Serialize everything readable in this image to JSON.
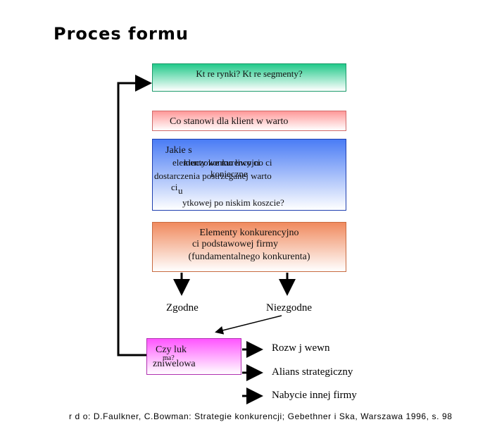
{
  "title": "Proces formu",
  "boxes": {
    "b1": "Kt re rynki? Kt re segmenty?",
    "b2": "Co stanowi dla klient w warto",
    "b3": {
      "line1": "Jakie s",
      "line2": "elementy konkurencyjno ci",
      "line3": "kluczowe mo liwo ci",
      "line4": "dostarczenia postrzeganej warto",
      "line5": "konieczne",
      "line6": "u",
      "line7": "ci",
      "line8": "ytkowej po niskim koszcie?"
    },
    "b4": {
      "line1": "Elementy konkurencyjno",
      "line2": "ci podstawowej firmy",
      "line3": "(fundamentalnego konkurenta)"
    },
    "b5": {
      "line1": "Czy luk",
      "line2": "zniwelowa",
      "line3": "ma?"
    }
  },
  "labels": {
    "zgodne": "Zgodne",
    "niezgodne": "Niezgodne",
    "rozwoj": "Rozw j wewn",
    "alians": "Alians strategiczny",
    "nabycie": "Nabycie innej firmy"
  },
  "footer": "r d o: D.Faulkner, C.Bowman: Strategie konkurencji; Gebethner i Ska, Warszawa 1996, s. 98",
  "colors": {
    "box1": "#22c98a",
    "box2": "#ff9999",
    "box3": "#4a7cf5",
    "box4": "#f08a5e",
    "box5": "#ff55ff"
  }
}
